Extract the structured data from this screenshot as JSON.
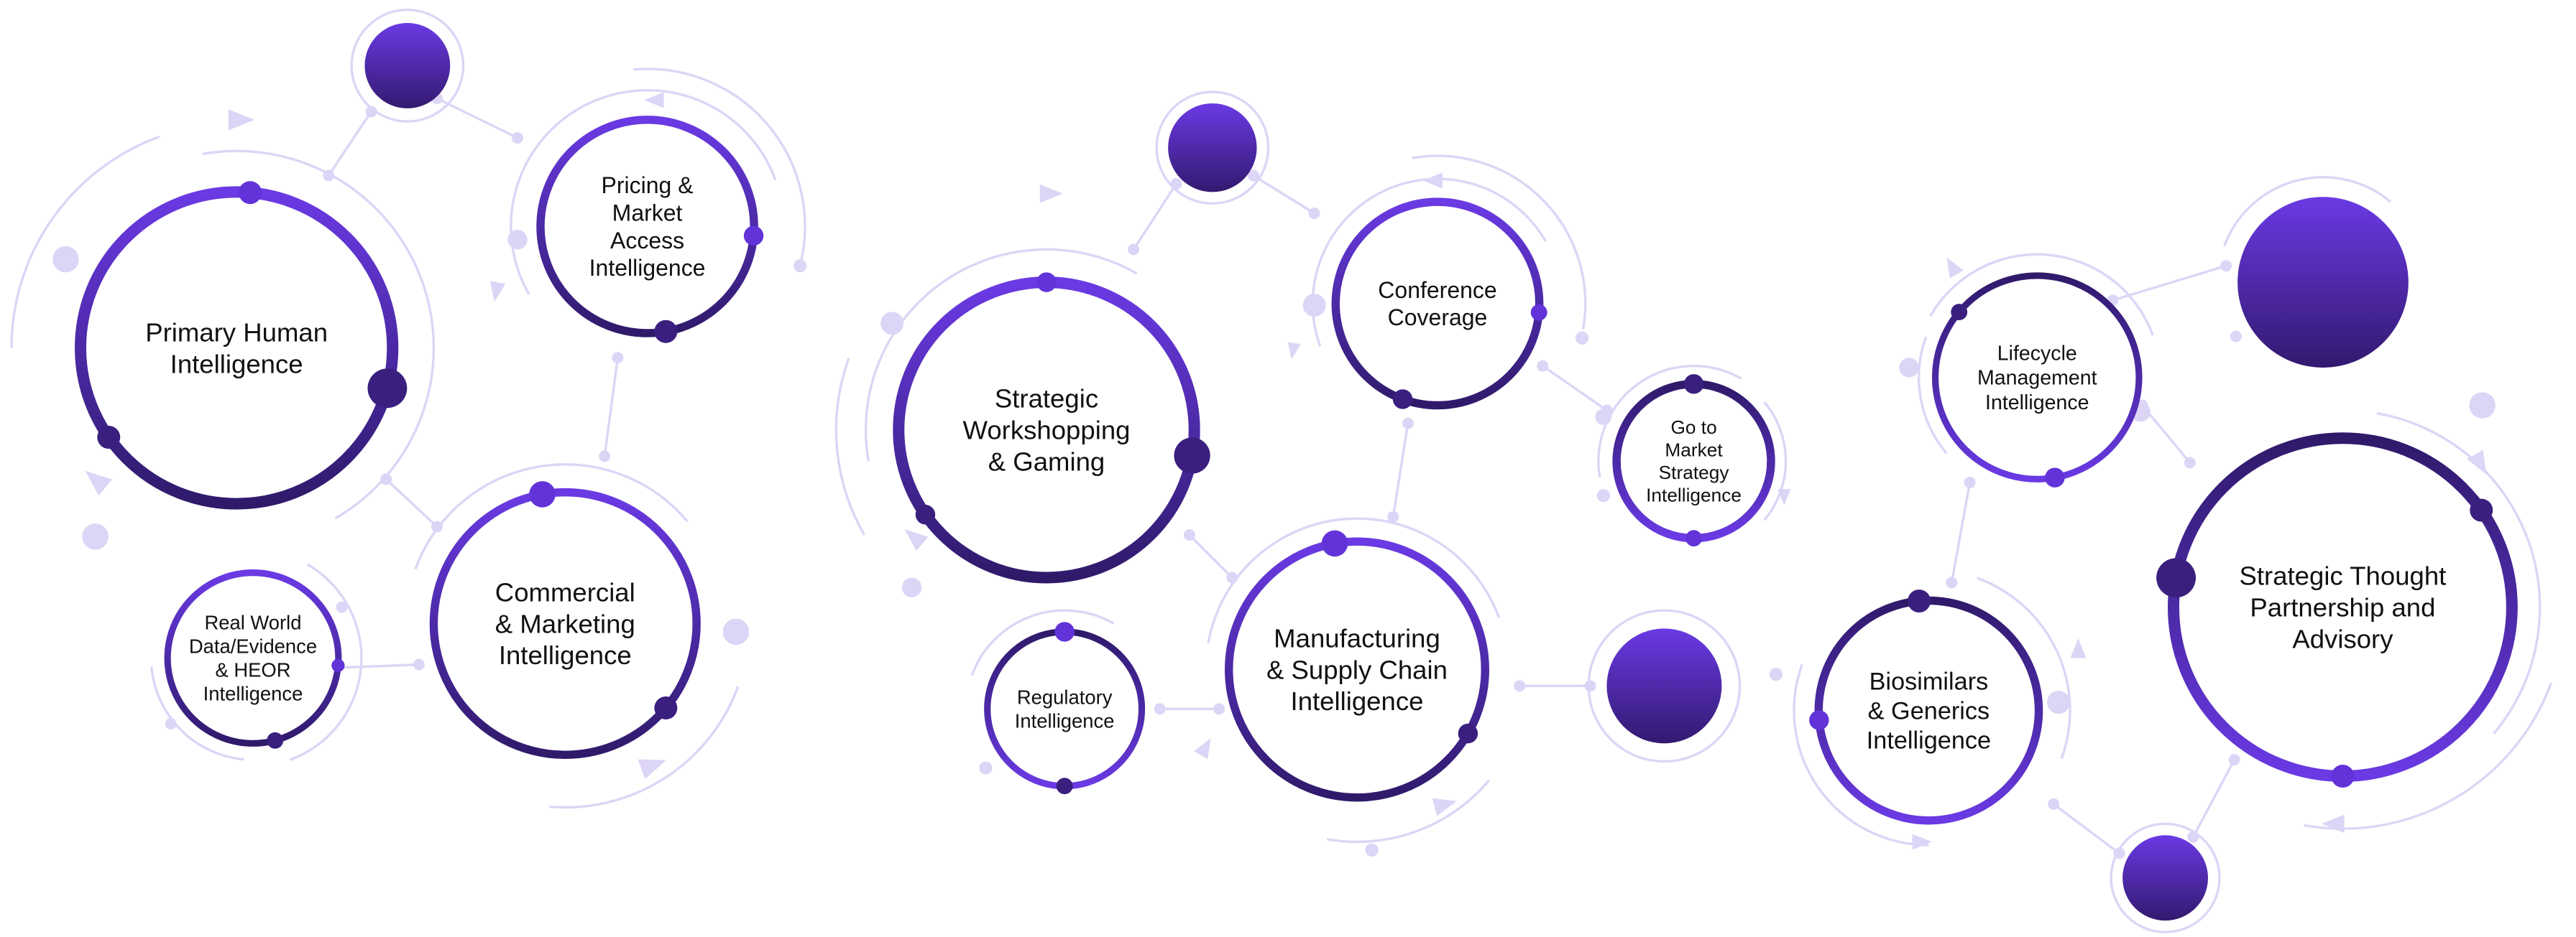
{
  "diagram": {
    "colors": {
      "ring_dark": "#341b73",
      "ring_bright": "#6536dd",
      "faint": "#ddd5f6",
      "background": "#ffffff"
    },
    "nodes": [
      {
        "id": "primary-human",
        "lines": [
          "Primary Human",
          "Intelligence"
        ]
      },
      {
        "id": "pricing-market-access",
        "lines": [
          "Pricing &",
          "Market",
          "Access",
          "Intelligence"
        ]
      },
      {
        "id": "commercial-marketing",
        "lines": [
          "Commercial",
          "& Marketing",
          "Intelligence"
        ]
      },
      {
        "id": "real-world-data",
        "lines": [
          "Real World",
          "Data/Evidence",
          "& HEOR",
          "Intelligence"
        ]
      },
      {
        "id": "strategic-workshopping",
        "lines": [
          "Strategic",
          "Workshopping",
          "& Gaming"
        ]
      },
      {
        "id": "conference-coverage",
        "lines": [
          "Conference",
          "Coverage"
        ]
      },
      {
        "id": "go-to-market",
        "lines": [
          "Go to",
          "Market",
          "Strategy",
          "Intelligence"
        ]
      },
      {
        "id": "manufacturing-supply-chain",
        "lines": [
          "Manufacturing",
          "& Supply Chain",
          "Intelligence"
        ]
      },
      {
        "id": "regulatory",
        "lines": [
          "Regulatory",
          "Intelligence"
        ]
      },
      {
        "id": "lifecycle-management",
        "lines": [
          "Lifecycle",
          "Management",
          "Intelligence"
        ]
      },
      {
        "id": "strategic-thought-partnership",
        "lines": [
          "Strategic Thought",
          "Partnership and",
          "Advisory"
        ]
      },
      {
        "id": "biosimilars-generics",
        "lines": [
          "Biosimilars",
          "& Generics",
          "Intelligence"
        ]
      }
    ]
  }
}
